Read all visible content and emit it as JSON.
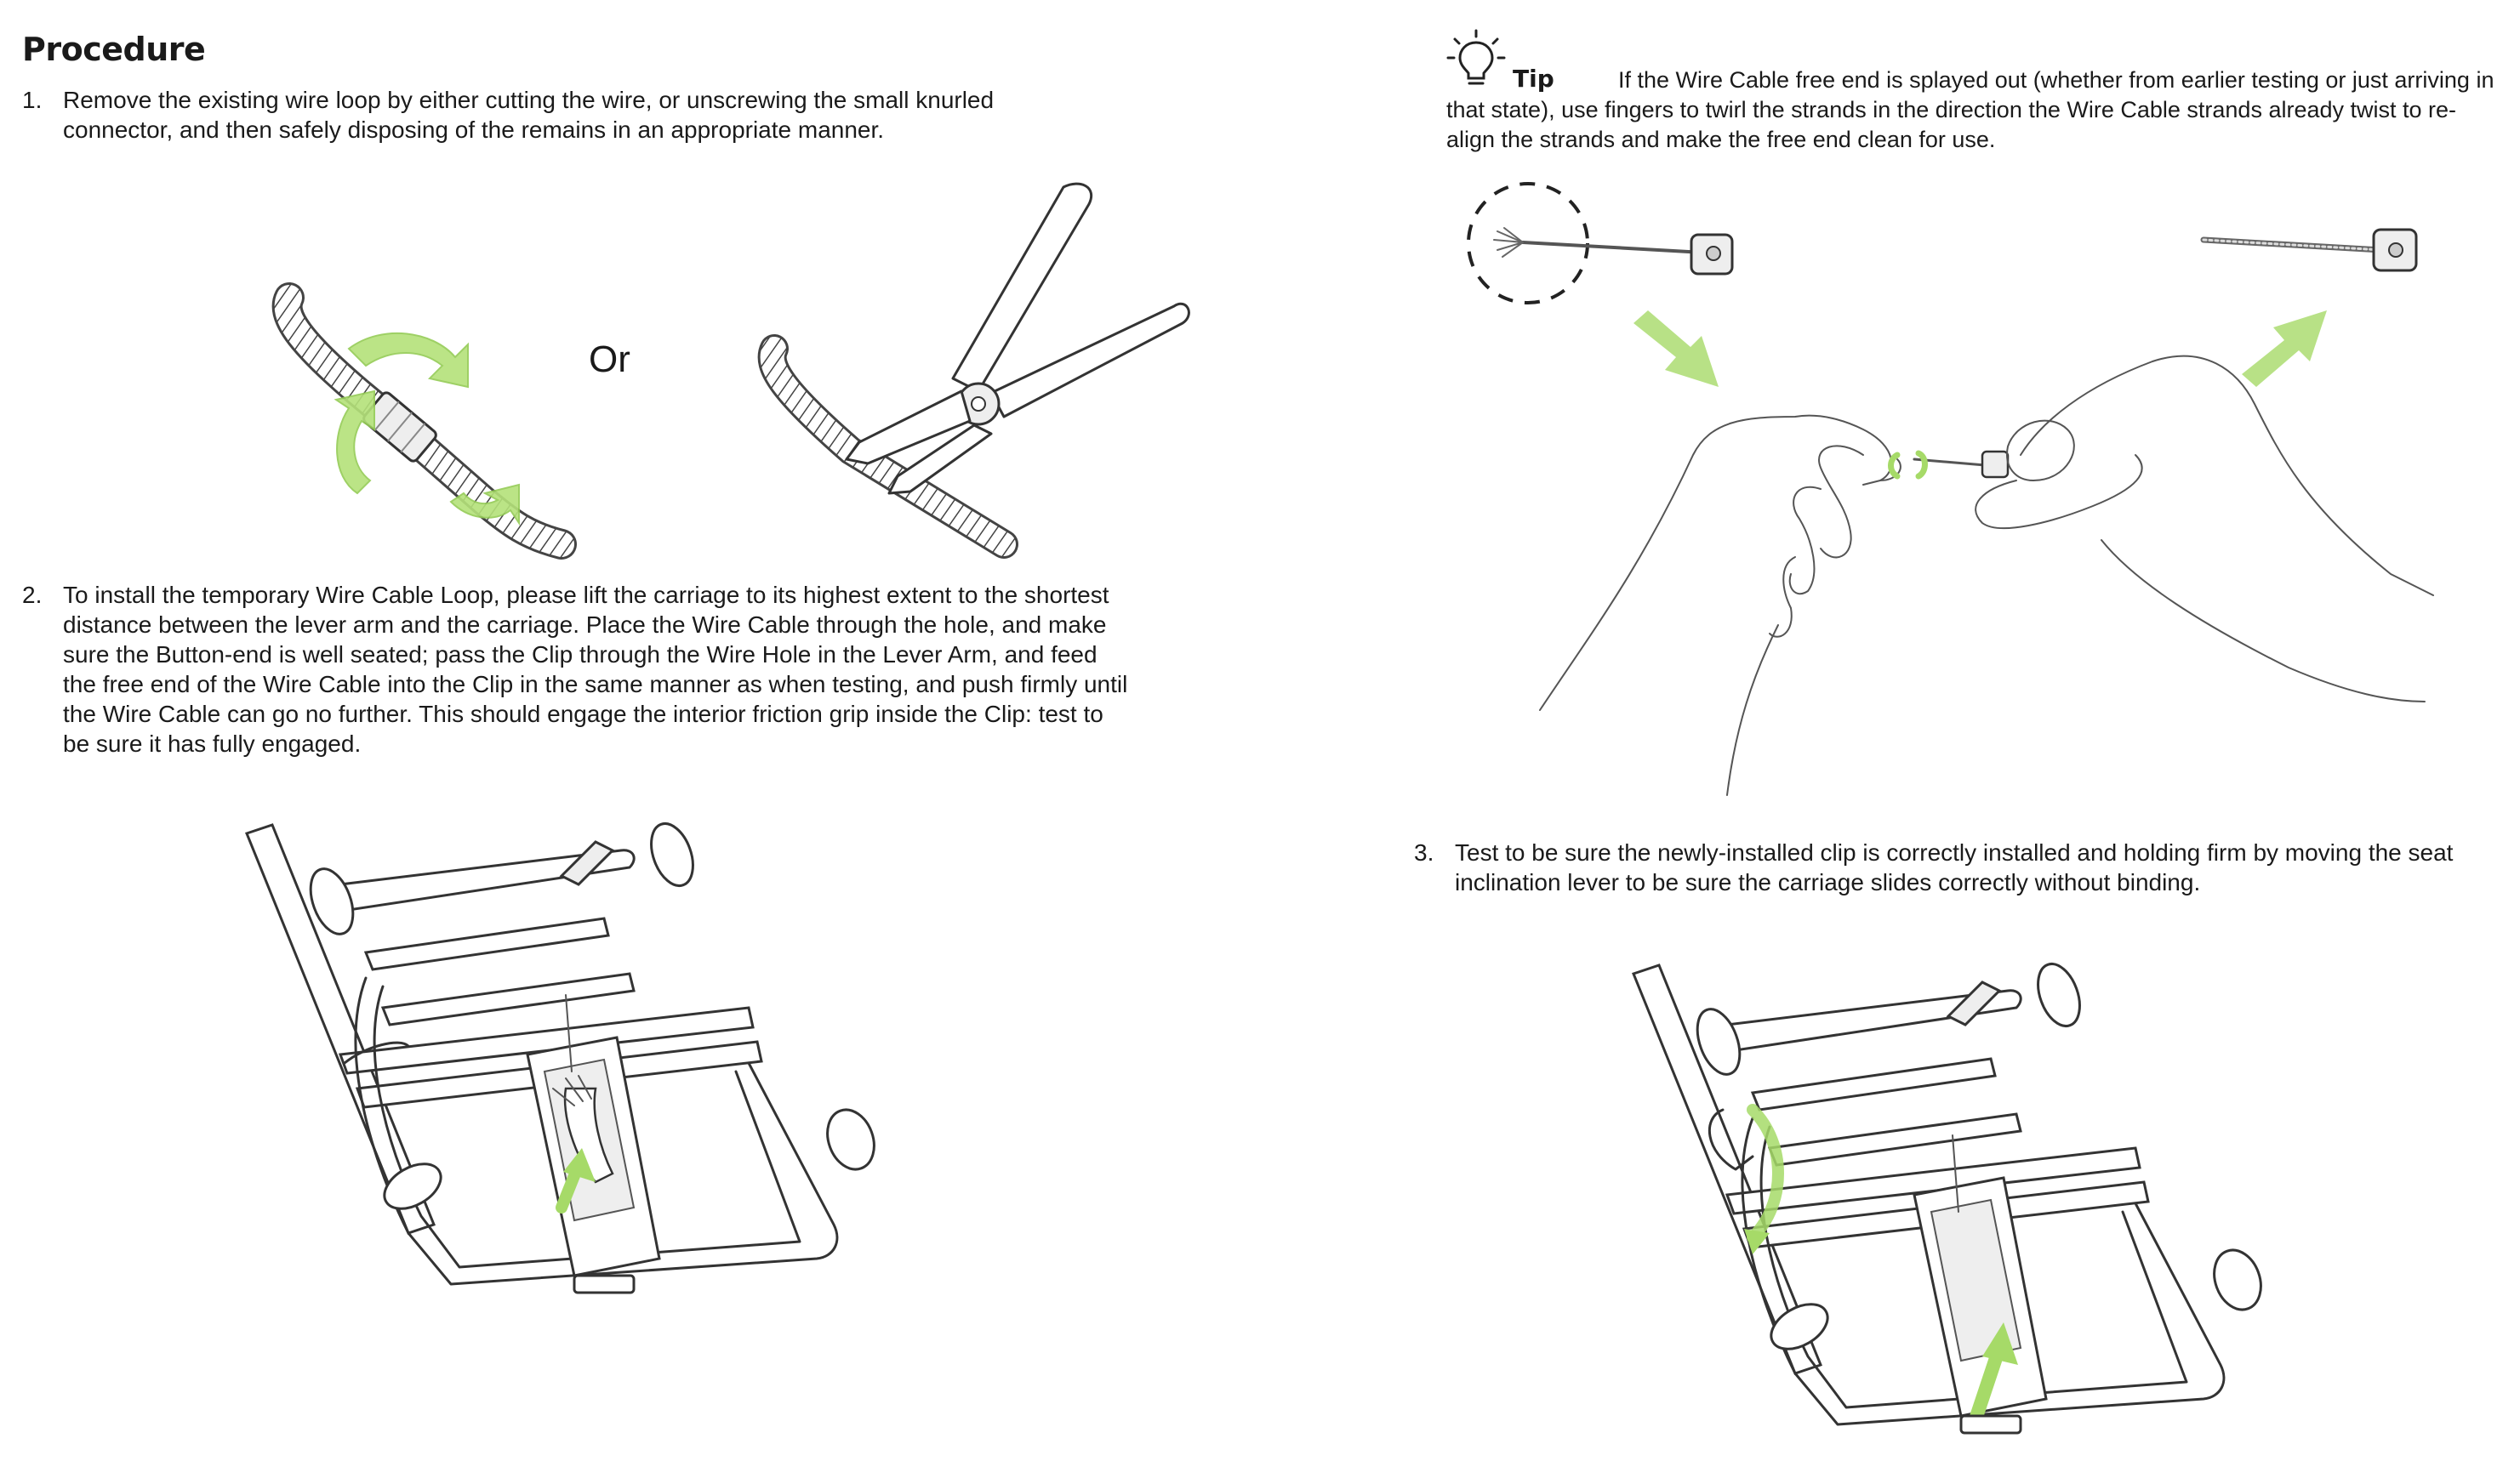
{
  "heading": "Procedure",
  "steps": [
    {
      "number": "1.",
      "text": "Remove the existing wire loop by either cutting the wire, or unscrewing the small knurled connector, and then safely disposing of the remains in an appropriate manner."
    },
    {
      "number": "2.",
      "text": "To install the temporary Wire Cable Loop, please lift the carriage to its highest extent to the shortest distance between the lever arm and the carriage. Place the Wire Cable through the hole, and make sure the Button-end is well seated; pass the Clip through the Wire Hole in the Lever Arm, and feed the free end of the Wire Cable into the Clip in the same manner as when testing, and push firmly until the Wire Cable can go no further. This should engage the interior friction grip inside the Clip: test to be sure it has fully engaged."
    },
    {
      "number": "3.",
      "text": "Test to be sure the newly-installed clip is correctly installed and holding firm by moving the seat inclination lever to be sure the carriage slides correctly without binding."
    }
  ],
  "or_label": "Or",
  "tip": {
    "label": "Tip",
    "icon": "lightbulb-icon",
    "text": "If the Wire Cable free end is splayed out (whether from earlier testing or just arriving in that state), use fingers to twirl the strands in the direction the Wire Cable strands already twist to re-align the strands and make the free end clean for use."
  },
  "colors": {
    "accent_green": "#a6da68",
    "text": "#1a1a1a",
    "line_art": "#333333"
  }
}
